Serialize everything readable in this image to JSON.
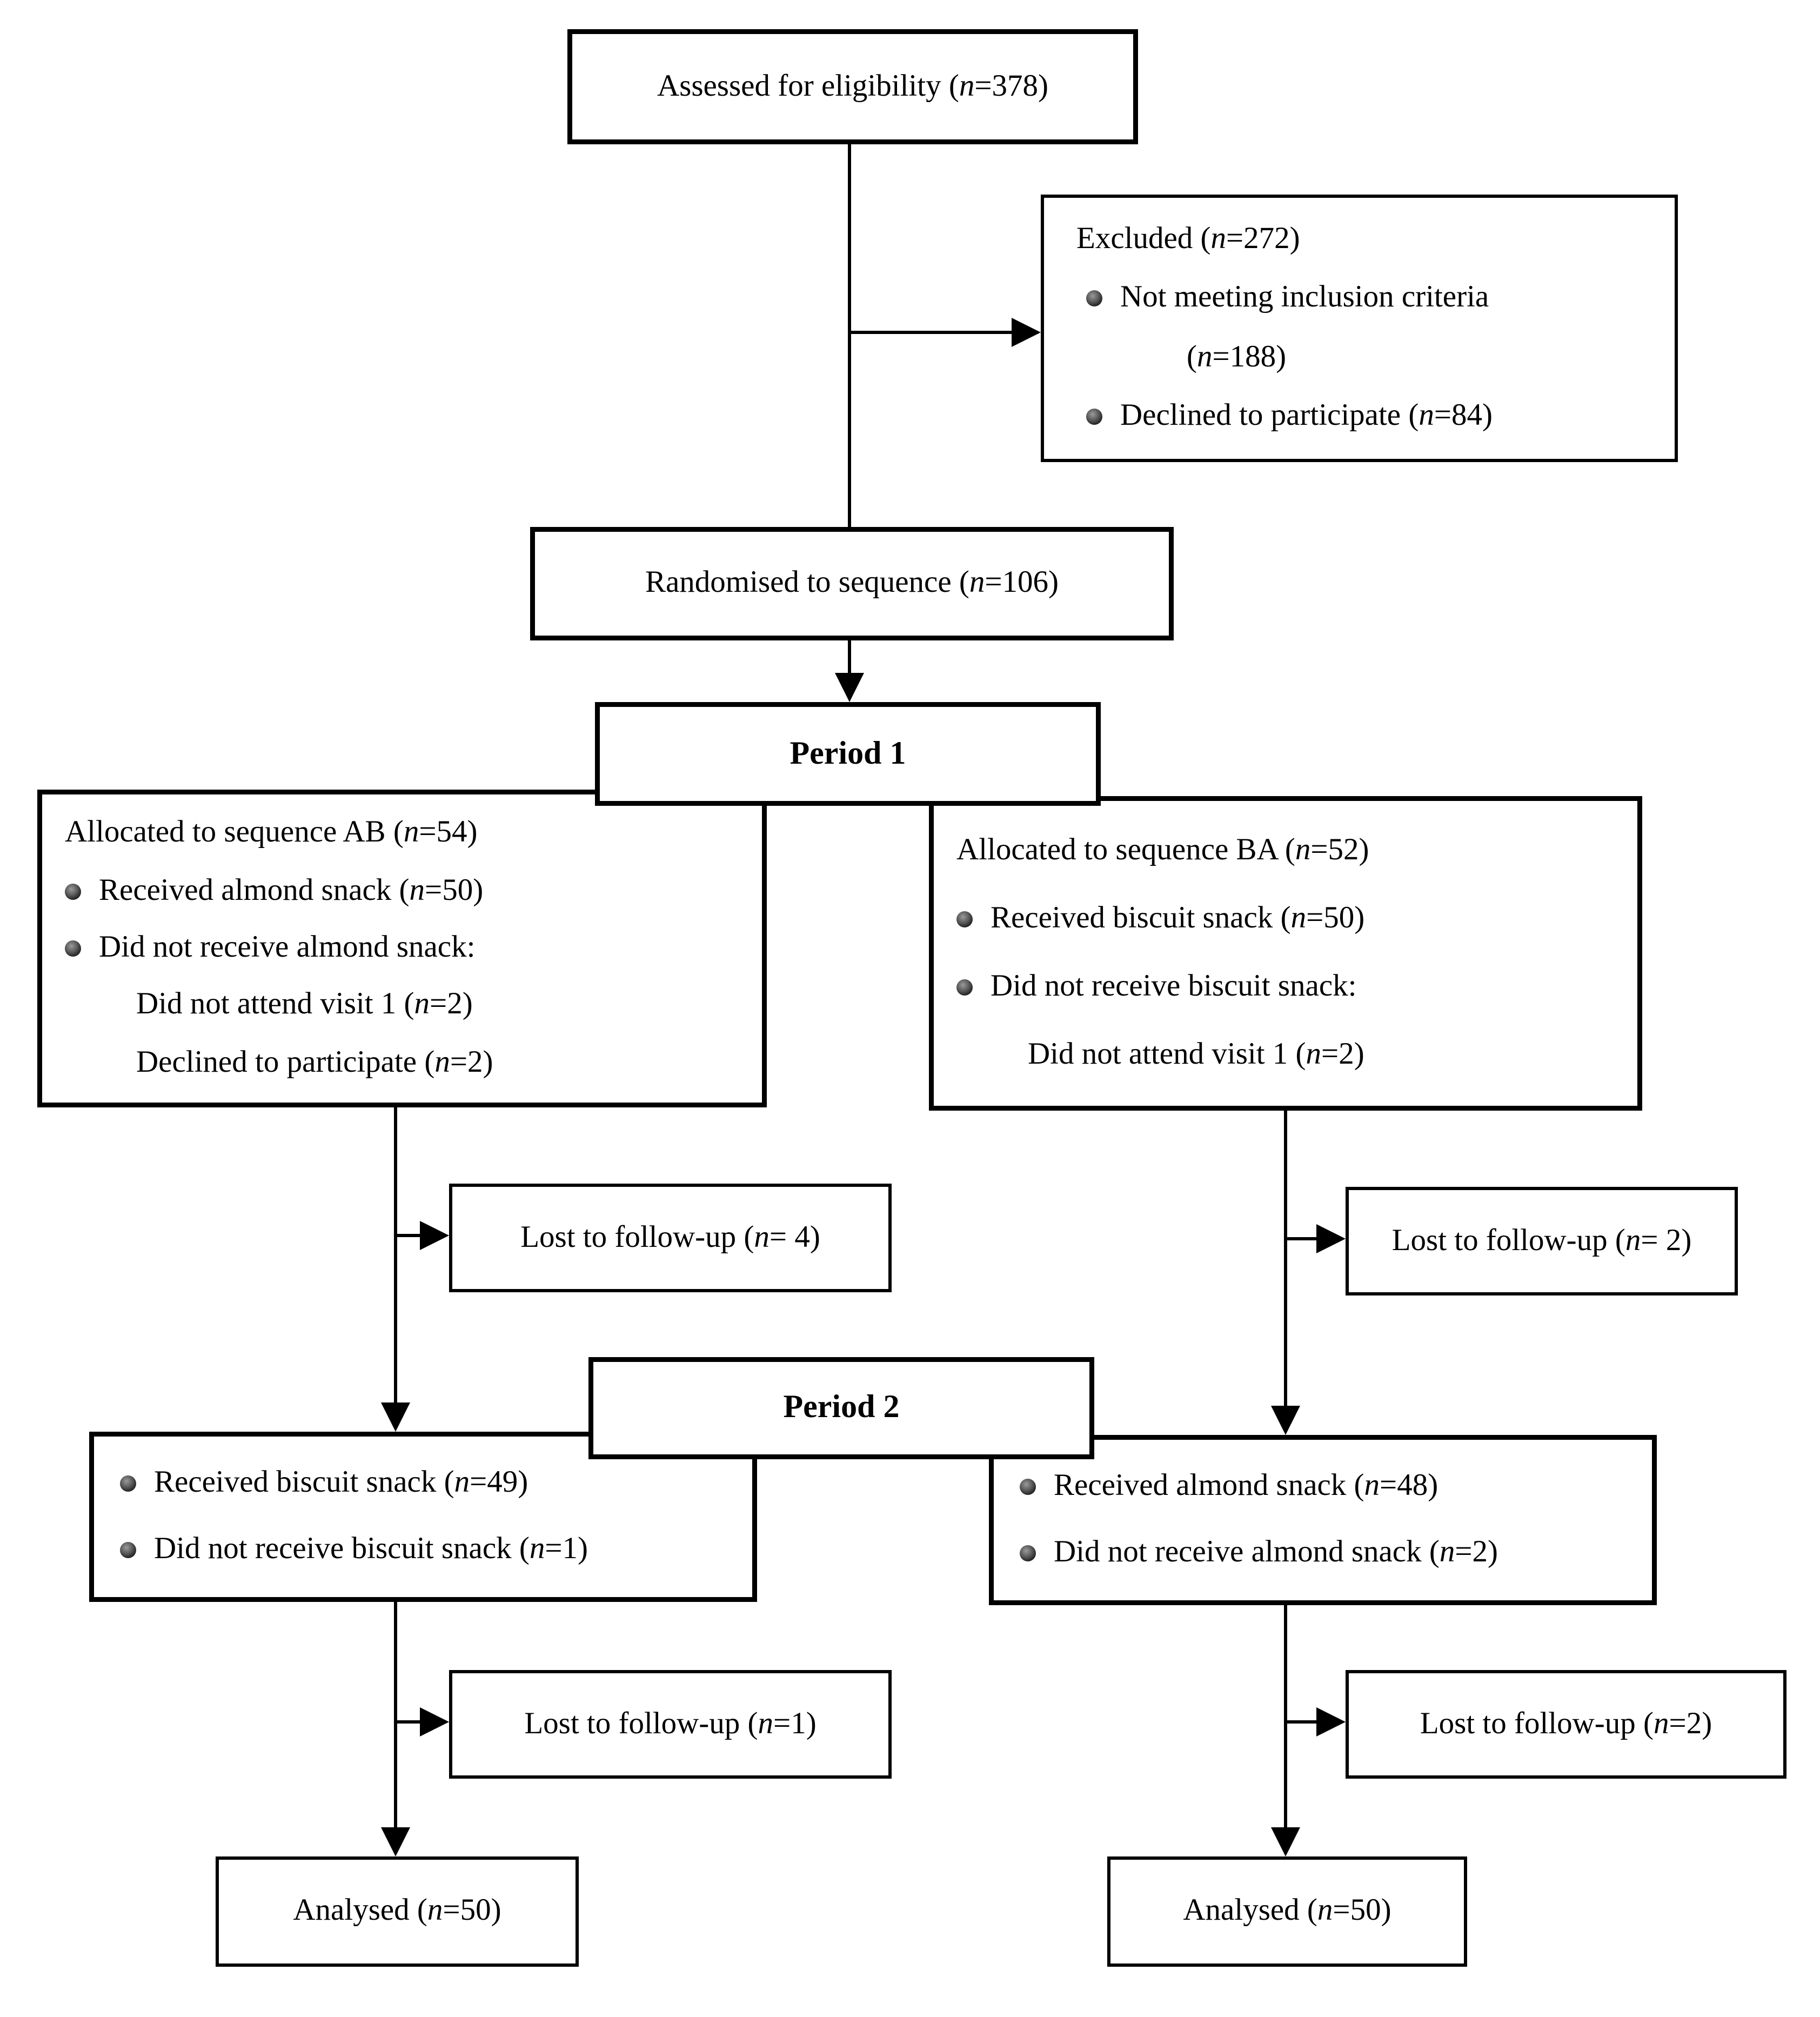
{
  "flow": {
    "assessed": {
      "label": "Assessed for eligibility (n=378)"
    },
    "excluded": {
      "title": "Excluded (n=272)",
      "items": [
        {
          "line1": "Not meeting inclusion criteria",
          "line2": "(n=188)"
        },
        {
          "line1": "Declined to participate (n=84)"
        }
      ]
    },
    "randomised": {
      "label": "Randomised to sequence (n=106)"
    },
    "period1": {
      "label": "Period 1"
    },
    "alloc_ab": {
      "title": "Allocated to sequence AB (n=54)",
      "items": [
        {
          "bullet": true,
          "indent": false,
          "text": "Received almond snack (n=50)"
        },
        {
          "bullet": true,
          "indent": false,
          "text": "Did not receive almond snack:"
        },
        {
          "bullet": false,
          "indent": true,
          "text": "Did not attend visit 1 (n=2)"
        },
        {
          "bullet": false,
          "indent": true,
          "text": "Declined to participate (n=2)"
        }
      ]
    },
    "alloc_ba": {
      "title": "Allocated to sequence BA (n=52)",
      "items": [
        {
          "bullet": true,
          "indent": false,
          "text": "Received biscuit snack (n=50)"
        },
        {
          "bullet": true,
          "indent": false,
          "text": "Did not receive biscuit snack:"
        },
        {
          "bullet": false,
          "indent": true,
          "text": "Did not attend visit 1 (n=2)"
        }
      ]
    },
    "lost_period1_left": {
      "label": "Lost to follow-up (n= 4)"
    },
    "lost_period1_right": {
      "label": "Lost to follow-up (n= 2)"
    },
    "period2": {
      "label": "Period 2"
    },
    "period2_left": {
      "items": [
        {
          "bullet": true,
          "text": "Received biscuit snack (n=49)"
        },
        {
          "bullet": true,
          "text": "Did not receive biscuit snack (n=1)"
        }
      ]
    },
    "period2_right": {
      "items": [
        {
          "bullet": true,
          "text": "Received almond snack (n=48)"
        },
        {
          "bullet": true,
          "text": "Did not receive almond snack (n=2)"
        }
      ]
    },
    "lost_period2_left": {
      "label": "Lost to follow-up (n=1)"
    },
    "lost_period2_right": {
      "label": "Lost to follow-up (n=2)"
    },
    "analysed_left": {
      "label": "Analysed (n=50)"
    },
    "analysed_right": {
      "label": "Analysed (n=50)"
    }
  },
  "colors": {
    "line": "#000000",
    "box_background": "#ffffff",
    "text": "#000000"
  }
}
